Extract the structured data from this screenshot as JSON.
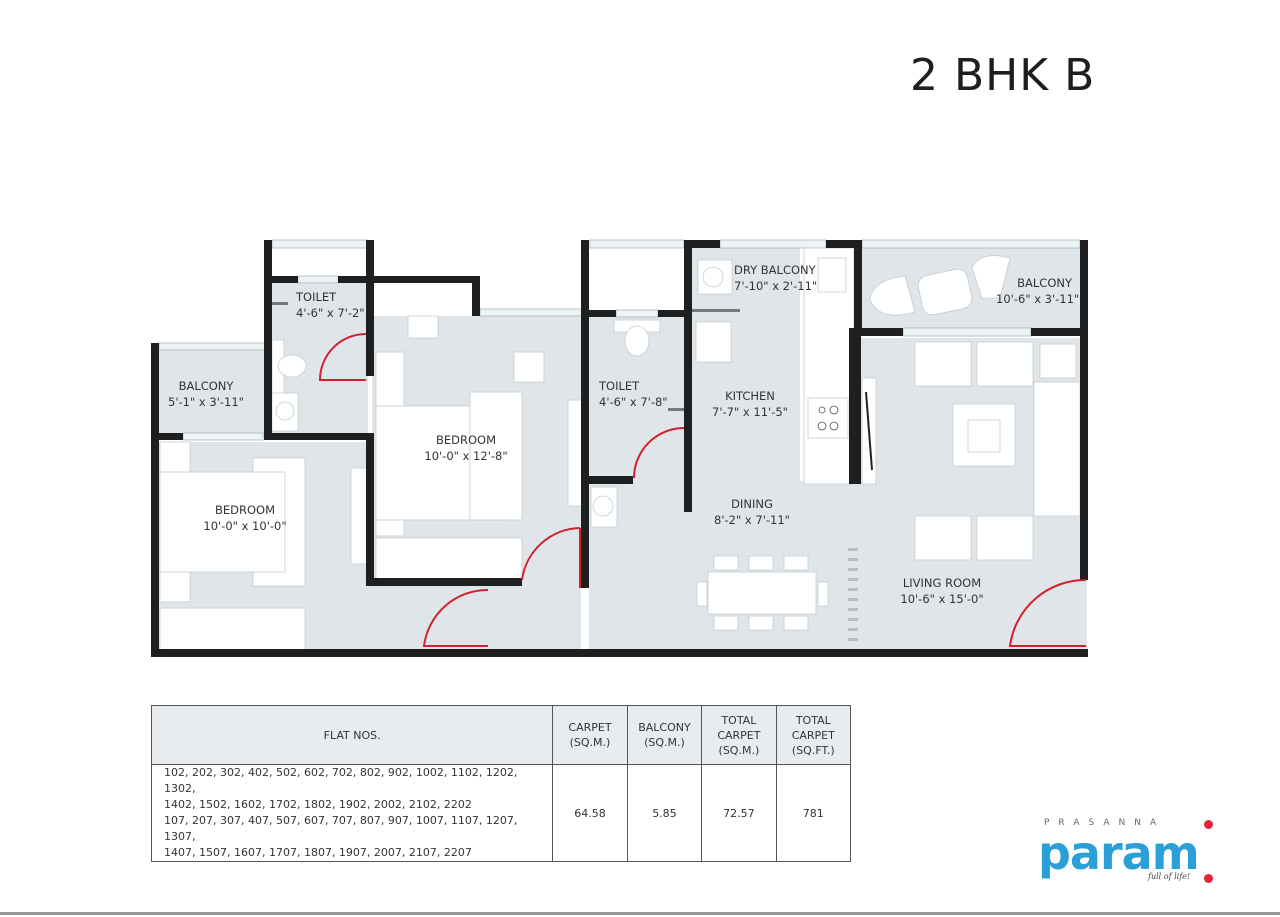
{
  "header": {
    "title": "2 BHK B"
  },
  "rooms": {
    "toilet_1": {
      "name": "TOILET",
      "size": "4'-6\" x 7'-2\""
    },
    "balcony_1": {
      "name": "BALCONY",
      "size": "5'-1\" x 3'-11\""
    },
    "bedroom_1": {
      "name": "BEDROOM",
      "size": "10'-0\" x 12'-8\""
    },
    "bedroom_2": {
      "name": "BEDROOM",
      "size": "10'-0\" x 10'-0\""
    },
    "toilet_2": {
      "name": "TOILET",
      "size": "4'-6\" x 7'-8\""
    },
    "dry_balcony": {
      "name": "DRY BALCONY",
      "size": "7'-10\" x 2'-11\""
    },
    "kitchen": {
      "name": "KITCHEN",
      "size": "7'-7\" x 11'-5\""
    },
    "balcony_2": {
      "name": "BALCONY",
      "size": "10'-6\" x 3'-11\""
    },
    "dining": {
      "name": "DINING",
      "size": "8'-2\" x 7'-11\""
    },
    "living_room": {
      "name": "LIVING ROOM",
      "size": "10'-6\" x 15'-0\""
    }
  },
  "colors": {
    "wall": "#1f1f1f",
    "floor": "#dfe5e8",
    "door": "#d0222e",
    "furniture": "#ffffff"
  },
  "area_table": {
    "headers": {
      "flat_nos": "FLAT NOS.",
      "carpet": [
        "CARPET",
        "(SQ.M.)"
      ],
      "balcony": [
        "BALCONY",
        "(SQ.M.)"
      ],
      "total_carpet_sqm": [
        "TOTAL",
        "CARPET",
        "(SQ.M.)"
      ],
      "total_carpet_sqft": [
        "TOTAL",
        "CARPET",
        "(SQ.FT.)"
      ]
    },
    "row": {
      "flat_lines": [
        "102, 202, 302, 402, 502, 602, 702, 802, 902, 1002, 1102, 1202, 1302,",
        "1402, 1502, 1602, 1702, 1802, 1902, 2002, 2102, 2202",
        "107, 207, 307, 407, 507, 607, 707, 807, 907, 1007, 1107, 1207, 1307,",
        "1407, 1507, 1607, 1707, 1807, 1907, 2007, 2107, 2207"
      ],
      "carpet": "64.58",
      "balcony": "5.85",
      "total_carpet_sqm": "72.57",
      "total_carpet_sqft": "781"
    }
  },
  "logo": {
    "brand_top": "PRASANNA",
    "brand_main": "param",
    "tagline": "full of life!"
  }
}
